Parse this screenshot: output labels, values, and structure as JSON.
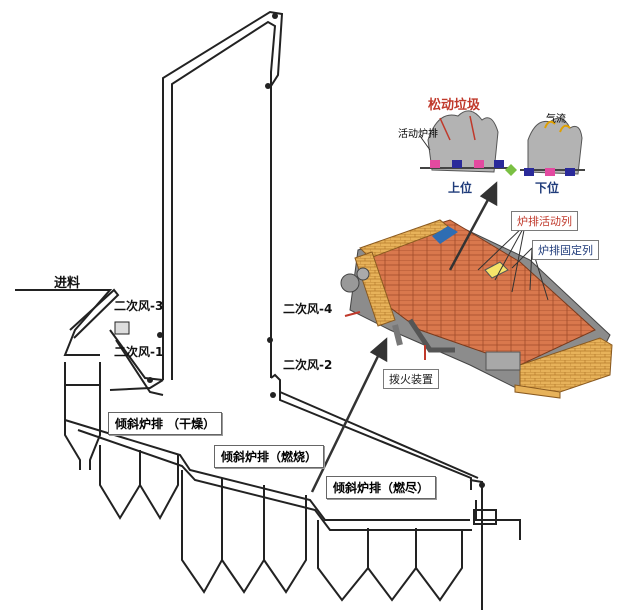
{
  "labels": {
    "feed": "进料",
    "air3": "二次风-3",
    "air1": "二次风-1",
    "air4": "二次风-4",
    "air2": "二次风-2"
  },
  "zones": {
    "drying": "倾斜炉排 （干燥）",
    "burning": "倾斜炉排（燃烧）",
    "burnout": "倾斜炉排（燃尽）"
  },
  "detail": {
    "loosen": "松动垃圾",
    "moving_grate": "活动炉排",
    "airflow": "气流",
    "upper": "上位",
    "lower": "下位"
  },
  "callouts": {
    "moving_row": "炉排活动列",
    "fixed_row": "炉排固定列",
    "poker": "拨火装置"
  },
  "colors": {
    "grate": "#d9784d",
    "brick": "#e7b25a",
    "moving_tag": "#c0392b",
    "fixed_tag": "#1f3b7a"
  }
}
